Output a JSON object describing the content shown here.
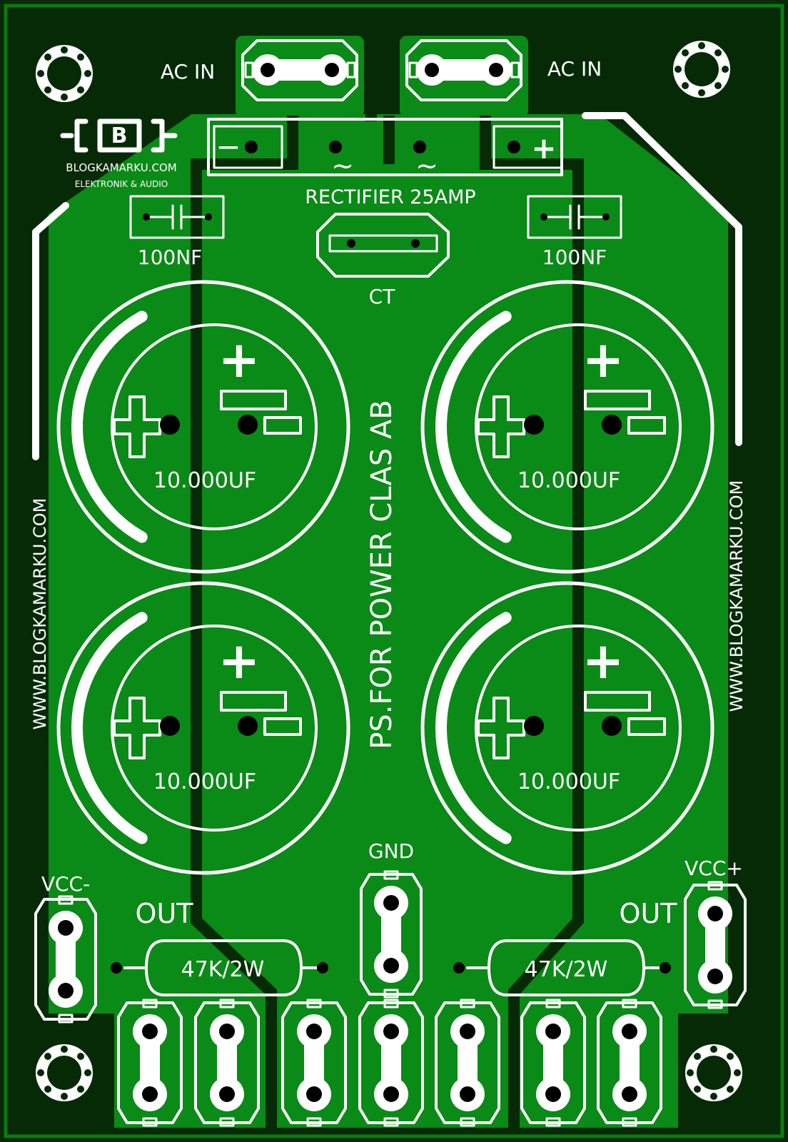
{
  "board": {
    "title": "PS.FOR POWER CLAS AB",
    "side_text_left": "WWW.BLOGKAMARKU.COM",
    "side_text_right": "WWW.BLOGKAMARKU.COM"
  },
  "logo": {
    "mark": "B",
    "site": "BLOGKAMARKU.COM",
    "tagline": "ELEKTRONIK & AUDIO"
  },
  "labels": {
    "ac_in_left": "AC IN",
    "ac_in_right": "AC IN",
    "rectifier": "RECTIFIER 25AMP",
    "rect_minus": "−",
    "rect_ac1": "~",
    "rect_ac2": "~",
    "rect_plus": "+",
    "cap_small_left": "100NF",
    "cap_small_right": "100NF",
    "ct": "CT",
    "cap_tl": "10.000UF",
    "cap_tr": "10.000UF",
    "cap_bl": "10.000UF",
    "cap_br": "10.000UF",
    "plus": "+",
    "gnd": "GND",
    "vcc_minus": "VCC-",
    "vcc_plus": "VCC+",
    "out_left": "OUT",
    "out_right": "OUT",
    "res_left": "47K/2W",
    "res_right": "47K/2W"
  },
  "colors": {
    "substrate": "#062a06",
    "copper": "#0a8a16",
    "silkscreen": "#ffffff",
    "hole": "#000000"
  }
}
